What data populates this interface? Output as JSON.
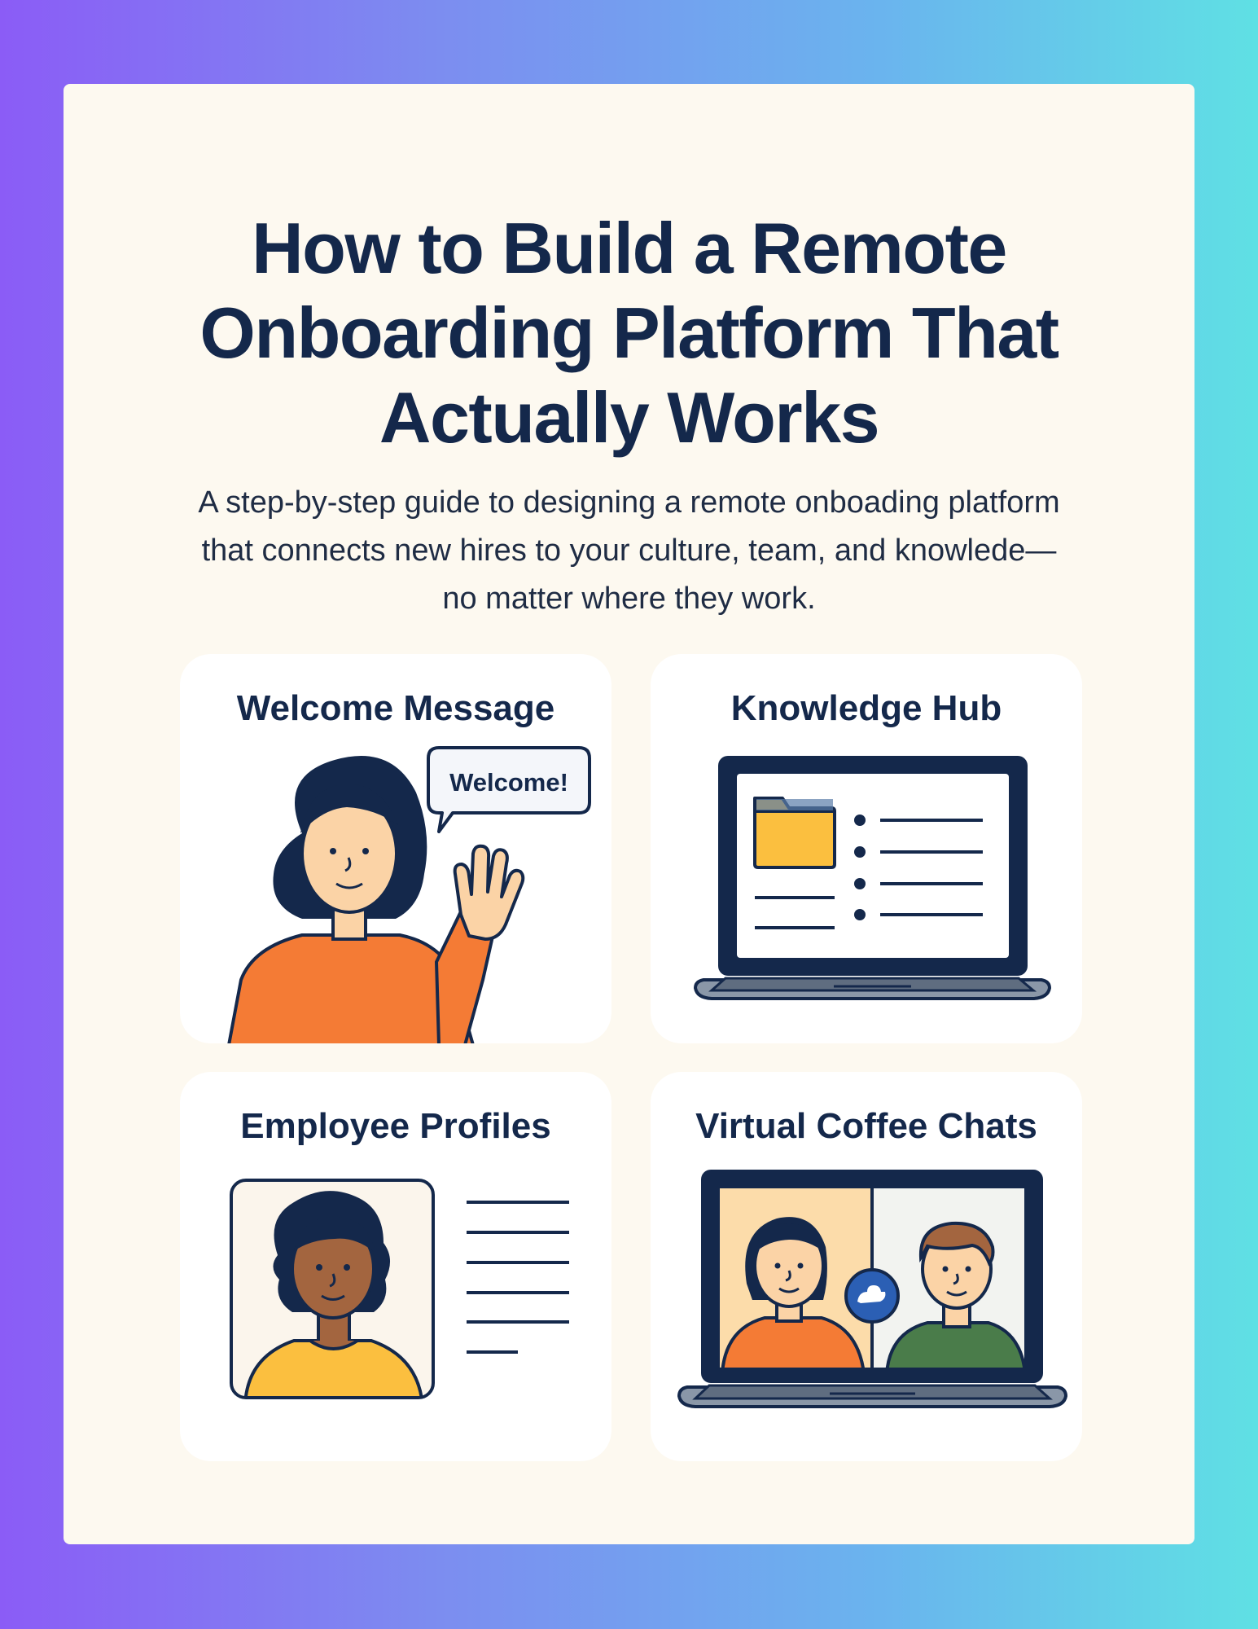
{
  "title_lines": [
    "How to Build a Remote",
    "Onboarding Platform That",
    "Actually Works"
  ],
  "subtitle_lines": [
    "A step-by-step guide to designing a remote onboading platform",
    "that connects new hires to your culture, team, and knowlede—",
    "no matter where they work."
  ],
  "cards": [
    {
      "title": "Welcome Message",
      "illustration": "woman-waving-speech-bubble",
      "bubble_text": "Welcome!"
    },
    {
      "title": "Knowledge Hub",
      "illustration": "laptop-folder-list-icon"
    },
    {
      "title": "Employee Profiles",
      "illustration": "profile-card-portrait"
    },
    {
      "title": "Virtual Coffee Chats",
      "illustration": "laptop-video-call-icon"
    }
  ],
  "colors": {
    "navy": "#14284b",
    "orange": "#f47b35",
    "yellow": "#fbbf3f",
    "green": "#4a7c4a",
    "blue_badge": "#2b5fb4",
    "card_bg": "#fdf9f0"
  }
}
